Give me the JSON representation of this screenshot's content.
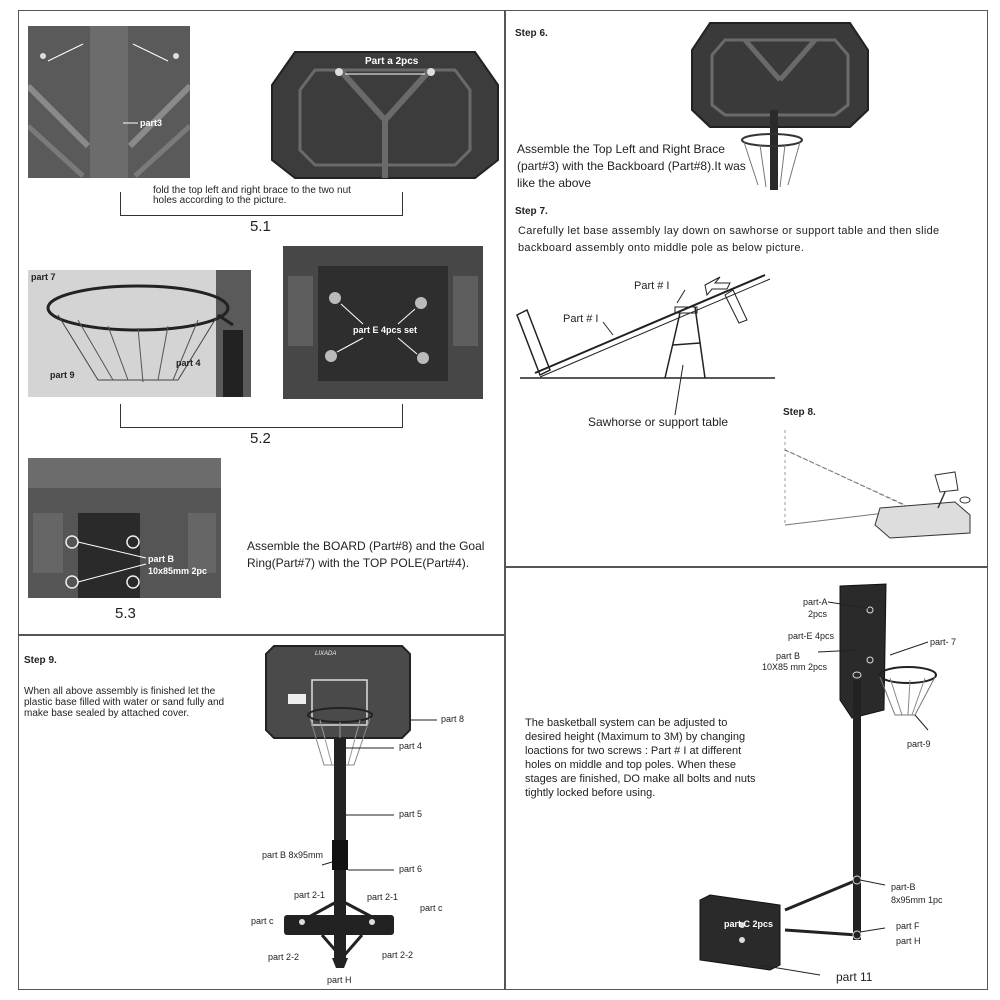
{
  "panel_5": {
    "s51": {
      "label_part3": "part3",
      "label_part_a": "Part a 2pcs",
      "instruction": "fold the top left and right brace to the two nut holes according to the picture.",
      "caption": "5.1"
    },
    "s52": {
      "label_part7": "part 7",
      "label_part4": "part 4",
      "label_part9": "part 9",
      "label_part_e": "part E 4pcs set",
      "caption": "5.2"
    },
    "s53": {
      "label_part_b": "part B",
      "label_part_b_size": "10x85mm 2pc",
      "instruction": "Assemble the BOARD (Part#8) and the Goal Ring(Part#7) with the TOP POLE(Part#4).",
      "caption": "5.3"
    }
  },
  "panel_6_7_8": {
    "step6": {
      "heading": "Step 6.",
      "text": "Assemble the Top Left and Right Brace (part#3) with the Backboard (Part#8).It was like the above"
    },
    "step7": {
      "heading": "Step 7.",
      "text": "Carefully let base assembly lay down on sawhorse or support table and then slide backboard assembly onto middle pole as below picture.",
      "label_part_i_top": "Part # I",
      "label_part_i_bottom": "Part # I",
      "label_sawhorse": "Sawhorse or support table"
    },
    "step8": {
      "heading": "Step 8."
    }
  },
  "panel_9": {
    "heading": "Step 9.",
    "text": "When all above assembly is finished let the plastic base filled with water or sand fully and make base sealed by attached cover.",
    "brand": "LIXADA",
    "parts": {
      "part8": "part 8",
      "part4": "part 4",
      "part5": "part 5",
      "part6": "part 6",
      "part_b": "part B 8x95mm",
      "part21_left": "part 2-1",
      "part21_right": "part 2-1",
      "partc_left": "part c",
      "partc_right": "part c",
      "part22_left": "part 2-2",
      "part22_right": "part 2-2",
      "part_h": "part H"
    }
  },
  "panel_final": {
    "text": "The basketball system can be  adjusted to desired height (Maximum  to 3M)  by changing loactions for two screws :  Part # I at different holes on middle and top poles. When these stages are finished,  DO make all bolts  and nuts tightly locked before using.",
    "parts": {
      "part_a": "part-A",
      "part_a_qty": "2pcs",
      "part_e": "part-E  4pcs",
      "part_b": "part  B",
      "part_b_size": "10X85 mm 2pcs",
      "part7": "part- 7",
      "part9": "part-9",
      "part_b2": "part-B",
      "part_b2_size": "8x95mm  1pc",
      "part_c": "part  C 2pcs",
      "part_f": "part  F",
      "part_h": "part  H",
      "part11": "part  11"
    }
  }
}
